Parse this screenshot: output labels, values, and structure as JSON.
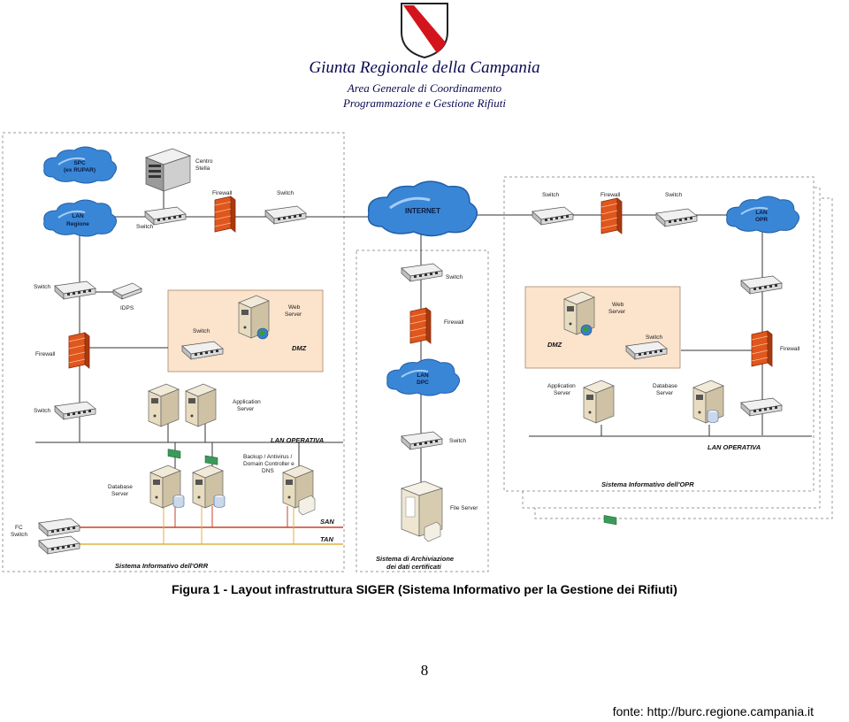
{
  "header": {
    "title": "Giunta Regionale della Campania",
    "line1": "Area Generale di Coordinamento",
    "line2": "Programmazione e Gestione Rifiuti"
  },
  "labels": {
    "spc": "SPC",
    "ex_rupar": "(ex RUPAR)",
    "centro_1": "Centro",
    "centro_2": "Stella",
    "lan": "LAN",
    "regione": "Regione",
    "switch": "Switch",
    "firewall": "Firewall",
    "internet": "INTERNET",
    "idps": "IDPS",
    "web_1": "Web",
    "web_2": "Server",
    "dmz": "DMZ",
    "app_1": "Application",
    "app_2": "Server",
    "lan_operativa": "LAN OPERATIVA",
    "backup_1": "Backup / Antivirus /",
    "backup_2": "Domain Controller e",
    "backup_3": "DNS",
    "db_1": "Database",
    "db_2": "Server",
    "fc_1": "FC",
    "fc_2": "Switch",
    "san": "SAN",
    "tan": "TAN",
    "si_orr": "Sistema Informativo dell'ORR",
    "dpc": "DPC",
    "file_server": "File Server",
    "arch_1": "Sistema di Archiviazione",
    "arch_2": "dei dati certificati",
    "opr": "OPR",
    "si_opr": "Sistema Informativo dell'OPR"
  },
  "colors": {
    "dmz_fill": "#fbe3cc",
    "cloud": "#3a86d6",
    "firewall": "#e0561c",
    "san_line": "#c8402a",
    "tan_line": "#e0b040",
    "logo_band": "#d4141c"
  },
  "caption": "Figura 1 - Layout infrastruttura SIGER (Sistema Informativo per la Gestione dei Rifiuti)",
  "page_number": "8",
  "source": "fonte: http://burc.regione.campania.it"
}
